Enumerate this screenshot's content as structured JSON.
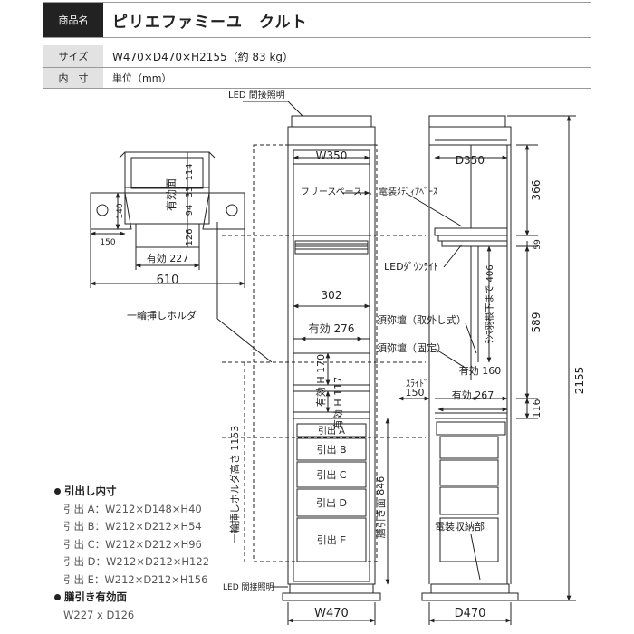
{
  "header": {
    "name_label": "商品名",
    "name_value": "ピリエファミーユ　クルト",
    "size_label": "サイズ",
    "size_value": "W470×D470×H2155（約 83 kg）",
    "unit_label": "内　寸",
    "unit_value": "単位（mm）"
  },
  "top_view": {
    "w1": "114",
    "w2": "33",
    "w3": "94",
    "w4": "126",
    "inner_label": "有効面",
    "side_h": "140",
    "side_w": "150",
    "bottom_w": "有効 227",
    "total_w": "610"
  },
  "front_view": {
    "led_top": "LED 間接照明",
    "w350": "W350",
    "free_space": "フリースペース",
    "w302": "302",
    "eff276": "有効 276",
    "effH170": "有効 H 170",
    "effH117": "有効 H 117",
    "holder": "一輪挿しホルダ",
    "holder_h": "一輪挿しホルダ高さ 1153",
    "drawer_a": "引出 A",
    "drawer_b": "引出 B",
    "drawer_c": "引出 C",
    "drawer_d": "引出 D",
    "drawer_e": "引出 E",
    "led_bottom": "LED 間接照明",
    "w470": "W470"
  },
  "side_view": {
    "d350": "D350",
    "dim366": "366",
    "elec_media": "電装ﾒﾃﾞｨｱﾍﾞｰｽ",
    "dim59": "59",
    "led_down": "LEDﾀﾞｳﾝﾗｲﾄ",
    "shelf_406": "ﾗﾝﾏ羽根下まで 406",
    "dim589": "589",
    "sumi_removable": "須弥壇（取外し式）",
    "sumi_fixed": "須弥壇（固定）",
    "eff160": "有効 160",
    "slide": "ｽﾗｲﾄﾞ",
    "slide150": "150",
    "eff267": "有効 267",
    "dim116": "116",
    "dim2155": "2155",
    "drawer_face": "膳引き面 846",
    "elec_storage": "電装収納部",
    "d470": "D470"
  },
  "legend": {
    "title1": "引出し内寸",
    "items": [
      "引出 A：W212×D148×H40",
      "引出 B：W212×D212×H54",
      "引出 C：W212×D212×H96",
      "引出 D：W212×D212×H122",
      "引出 E：W212×D212×H156"
    ],
    "title2": "膳引き有効面",
    "item2": "W227 x D126"
  }
}
